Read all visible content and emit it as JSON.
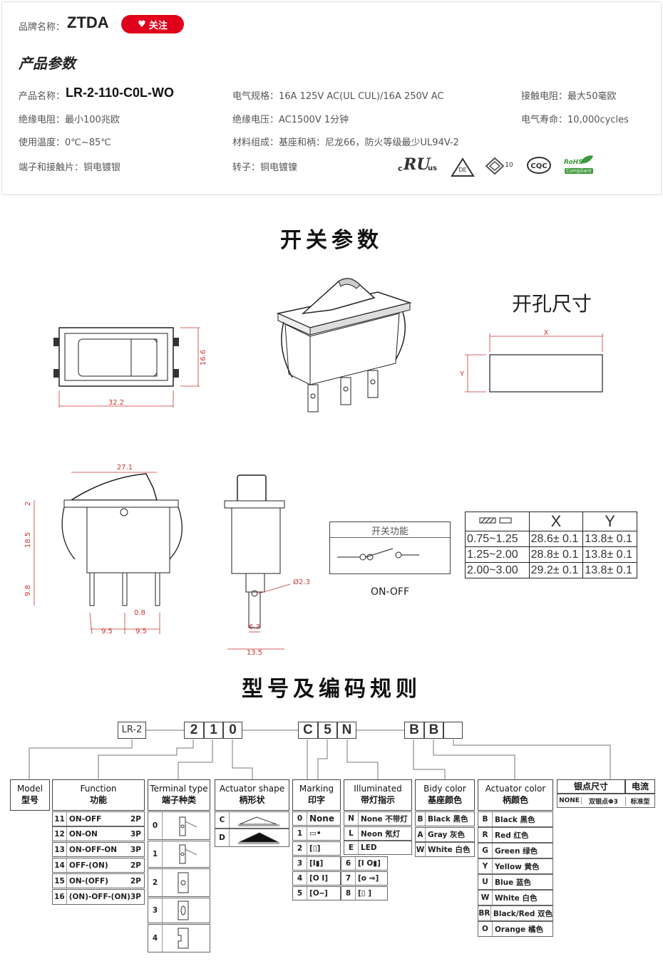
{
  "brand": {
    "label": "品牌名称：",
    "name": "ZTDA",
    "follow": "关注"
  },
  "section": {
    "title": "产品参数"
  },
  "params": {
    "model_label": "产品名称：",
    "model_value": "LR-2-110-C0L-WO",
    "elec_spec": "电气规格：16A  125V  AC(UL CUL)/16A 250V  AC",
    "contact_res": "接触电阻：最大50毫欧",
    "insul_res": "绝缘电阻：最小100兆欧",
    "insul_volt": "绝缘电压：AC1500V 1分钟",
    "elec_life": "电气寿命：10,000cycles",
    "temp": "使用温度：0℃~85℃",
    "material": "材料组成：基座和柄：尼龙66，防火等级最少UL94V-2",
    "terminal": "端子和接触片：铜电镀银",
    "rotor": "转子：铜电镀镍"
  },
  "certs": {
    "ul": "c",
    "ul_mark": "RU",
    "ul_us": "us",
    "vde": "D\nE",
    "ten": "10",
    "cqc": "CQC",
    "rohs": "RoHS",
    "rohs_sub": "Compliant"
  },
  "switch_params": {
    "title": "开关参数",
    "cutout_title": "开孔尺寸",
    "x": "X",
    "y": "Y"
  },
  "dims": {
    "w": "32.2",
    "h": "16.6",
    "top": "27.1",
    "a": "2",
    "b": "18.5",
    "c": "9.8",
    "d": "0.8",
    "e": "9.5",
    "f": "9.5",
    "g": "Ø2.3",
    "h2": "6.3",
    "i": "13.5"
  },
  "function_box": {
    "title": "开关功能",
    "caption": "ON-OFF"
  },
  "xy_table": {
    "headers": [
      "",
      "X",
      "Y"
    ],
    "rows": [
      [
        "0.75~1.25",
        "28.6± 0.1",
        "13.8± 0.1"
      ],
      [
        "1.25~2.00",
        "28.8± 0.1",
        "13.8± 0.1"
      ],
      [
        "2.00~3.00",
        "29.2± 0.1",
        "13.8± 0.1"
      ]
    ]
  },
  "coding": {
    "title": "型号及编码规则",
    "prefix": "LR-2",
    "codes": [
      "2",
      "1",
      "0",
      "C",
      "5",
      "N",
      "B",
      "B",
      ""
    ],
    "groups": [
      {
        "en": "Model",
        "cn": "型号"
      },
      {
        "en": "Function",
        "cn": "功能"
      },
      {
        "en": "Terminal type",
        "cn": "端子种类"
      },
      {
        "en": "Actuator shape",
        "cn": "柄形状"
      },
      {
        "en": "Marking",
        "cn": "印字"
      },
      {
        "en": "Illuminated",
        "cn": "带灯指示"
      },
      {
        "en": "Bidy color",
        "cn": "基座颜色"
      },
      {
        "en": "Actuator color",
        "cn": "柄颜色"
      },
      {
        "en": "银点尺寸",
        "cn": ""
      },
      {
        "en": "电流",
        "cn": ""
      }
    ],
    "function_rows": [
      {
        "n": "11",
        "t": "ON-OFF",
        "p": "2P"
      },
      {
        "n": "12",
        "t": "ON-ON",
        "p": "3P"
      },
      {
        "n": "13",
        "t": "ON-OFF-ON",
        "p": "3P"
      },
      {
        "n": "14",
        "t": "OFF-(ON)",
        "p": "2P"
      },
      {
        "n": "15",
        "t": "ON-(OFF)",
        "p": "2P"
      },
      {
        "n": "16",
        "t": "(ON)-OFF-(ON)",
        "p": "3P"
      }
    ],
    "terminal_rows": [
      "0",
      "1",
      "2",
      "3",
      "4"
    ],
    "actuator_rows": [
      "C",
      "D"
    ],
    "marking_rows": [
      {
        "n": "0",
        "t": "None"
      },
      {
        "n": "1",
        "t": ""
      },
      {
        "n": "2",
        "t": ""
      },
      {
        "n": "3",
        "t": ""
      },
      {
        "n": "4",
        "t": ""
      },
      {
        "n": "5",
        "t": ""
      }
    ],
    "marking_rows2": [
      {
        "n": "6"
      },
      {
        "n": "7"
      },
      {
        "n": "8"
      }
    ],
    "illum_rows": [
      {
        "n": "N",
        "t": "None 不带灯"
      },
      {
        "n": "L",
        "t": "Neon 氖灯"
      },
      {
        "n": "E",
        "t": "LED"
      }
    ],
    "body_rows": [
      {
        "n": "B",
        "t": "Black 黑色"
      },
      {
        "n": "A",
        "t": "Gray 灰色"
      },
      {
        "n": "W",
        "t": "White 白色"
      }
    ],
    "act_color_rows": [
      {
        "n": "B",
        "t": "Black 黑色"
      },
      {
        "n": "R",
        "t": "Red 红色"
      },
      {
        "n": "G",
        "t": "Green 绿色"
      },
      {
        "n": "Y",
        "t": "Yellow 黄色"
      },
      {
        "n": "U",
        "t": "Blue 蓝色"
      },
      {
        "n": "W",
        "t": "White 白色"
      },
      {
        "n": "BR",
        "t": "Black/Red 双色"
      },
      {
        "n": "O",
        "t": "Orange 橘色"
      }
    ],
    "silver_row": {
      "a": "NONE",
      "b": "双银点Φ3",
      "c": "标准型"
    }
  }
}
